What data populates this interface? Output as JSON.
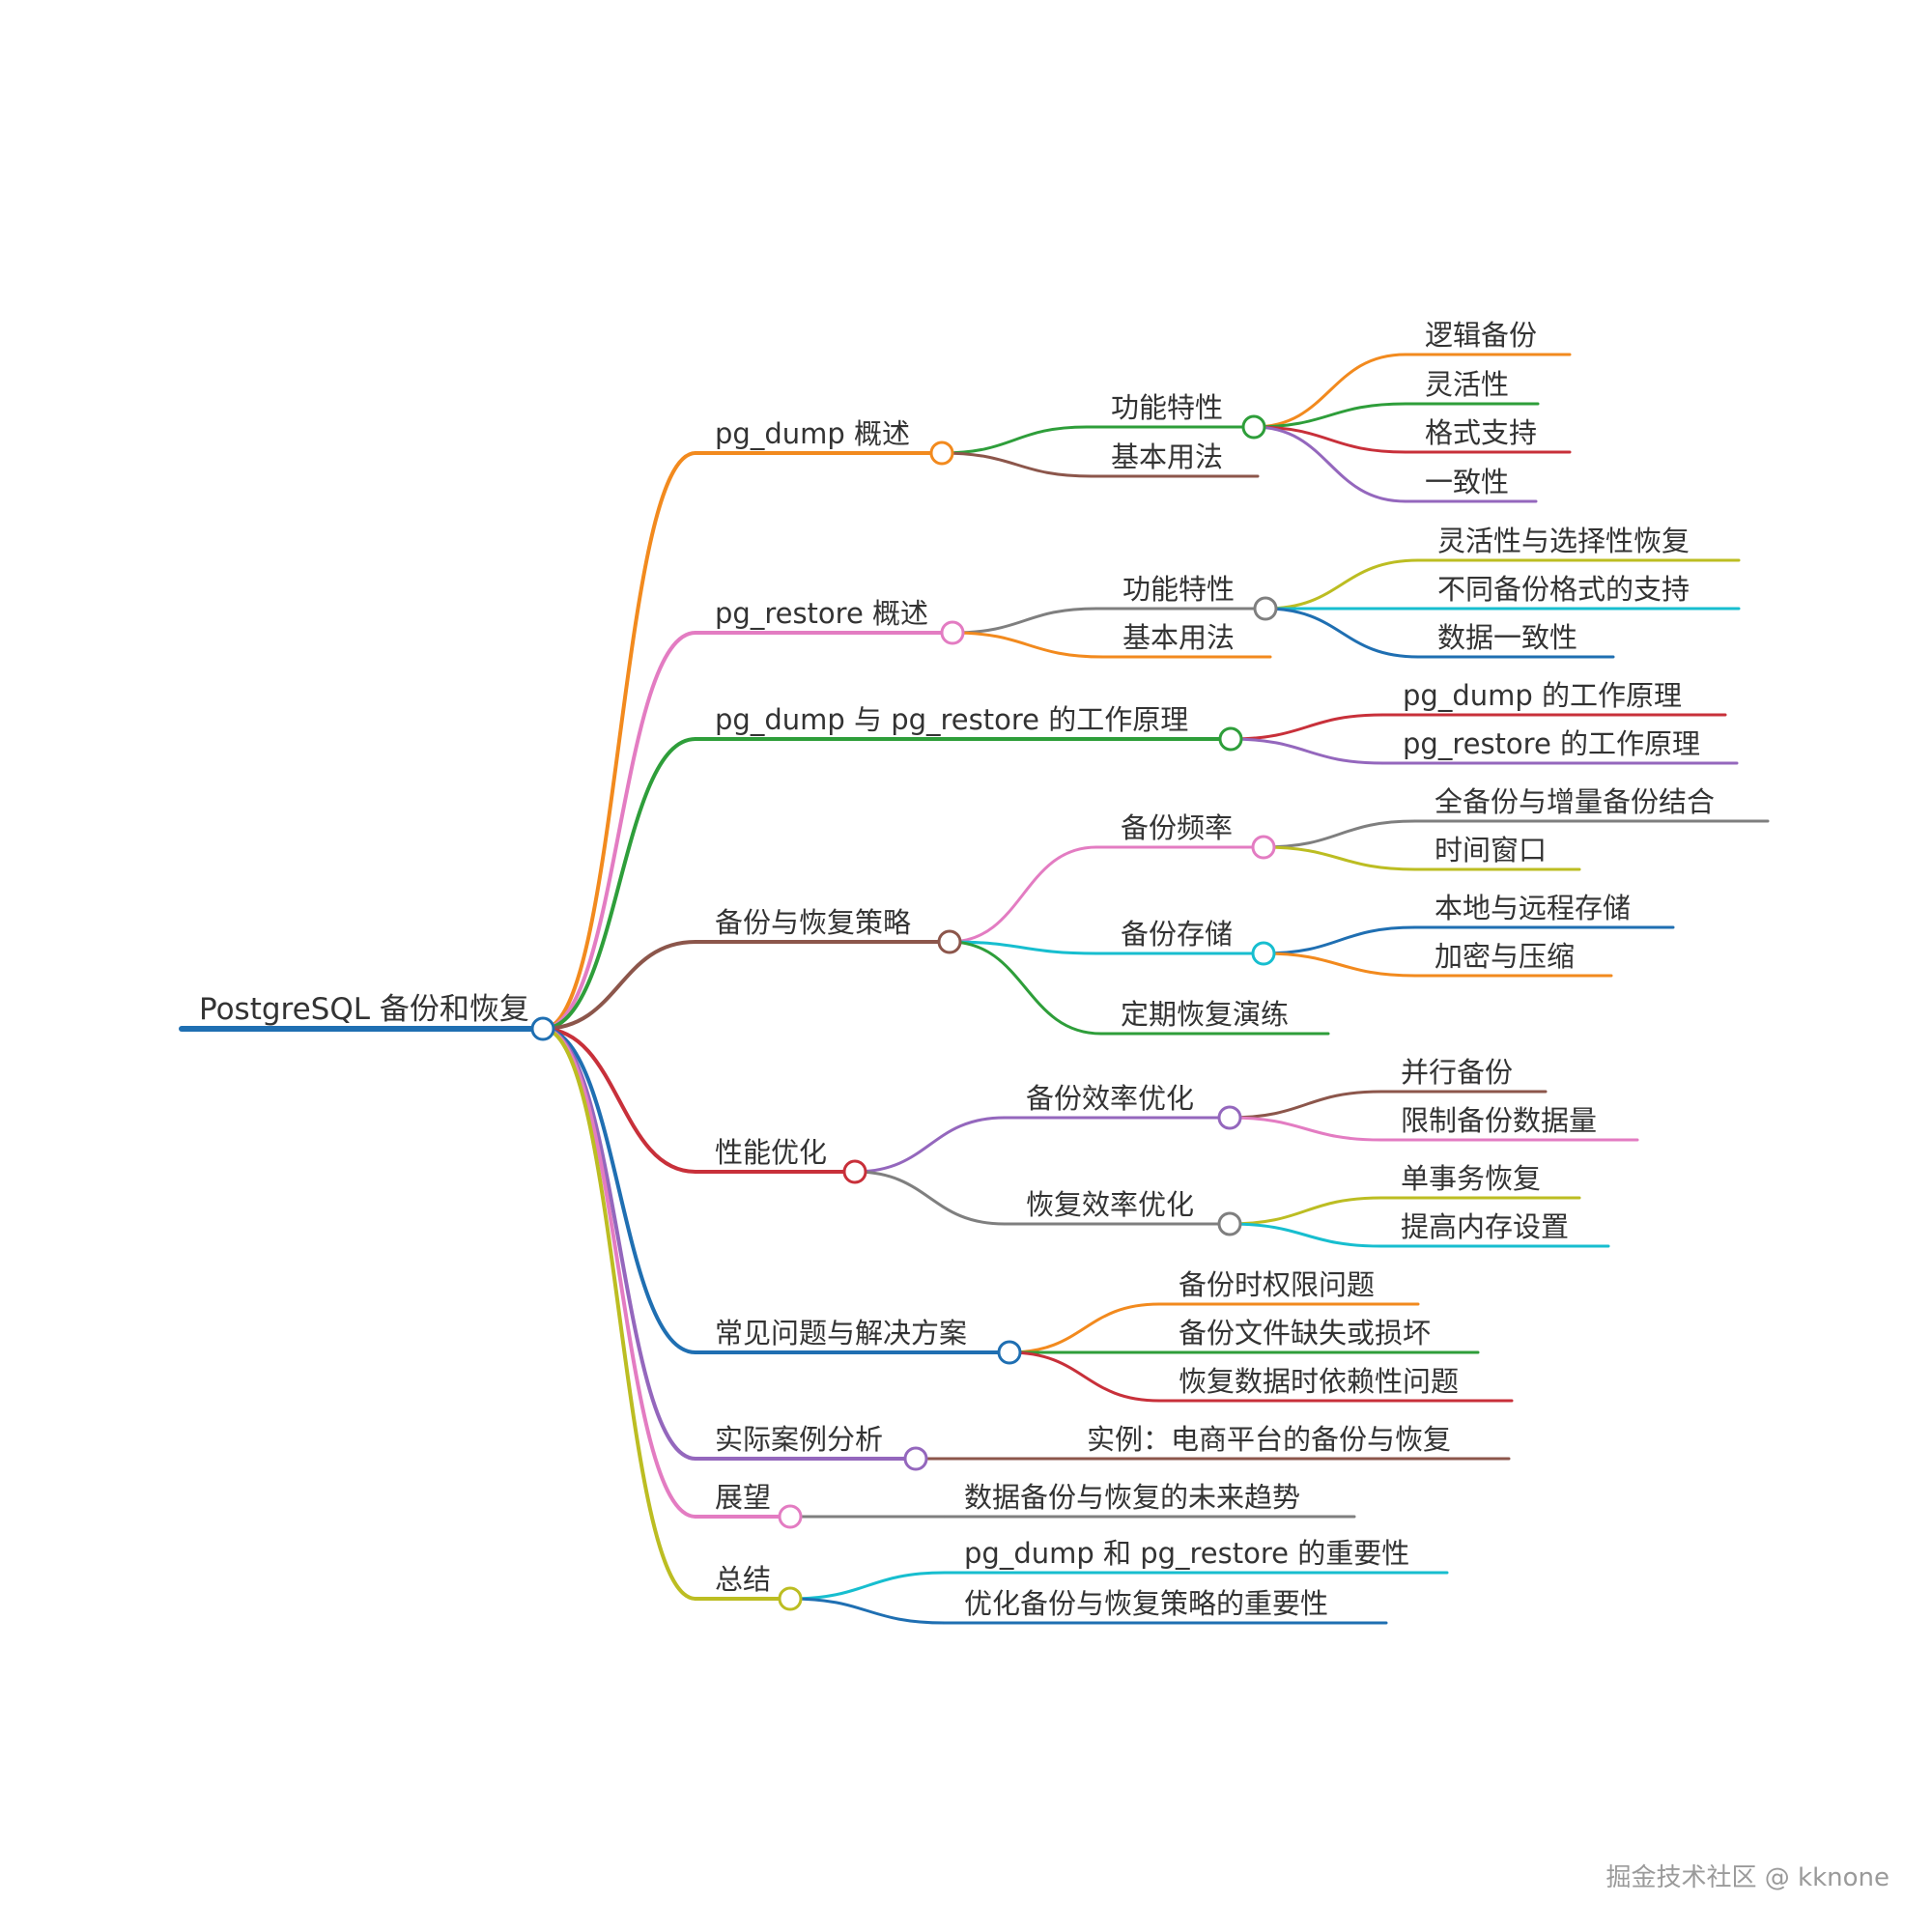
{
  "root": {
    "label": "PostgreSQL 备份和恢复",
    "color": "#1f6fb2"
  },
  "branches": [
    {
      "label": "pg_dump 概述",
      "color": "#f28a1e",
      "children": [
        {
          "label": "功能特性",
          "color": "#2e9e3a",
          "children": [
            {
              "label": "逻辑备份",
              "color": "#f28a1e"
            },
            {
              "label": "灵活性",
              "color": "#2e9e3a"
            },
            {
              "label": "格式支持",
              "color": "#c8303a"
            },
            {
              "label": "一致性",
              "color": "#9467bd"
            }
          ]
        },
        {
          "label": "基本用法",
          "color": "#8c564b"
        }
      ]
    },
    {
      "label": "pg_restore 概述",
      "color": "#e37cc2",
      "children": [
        {
          "label": "功能特性",
          "color": "#7f7f7f",
          "children": [
            {
              "label": "灵活性与选择性恢复",
              "color": "#bcbd22"
            },
            {
              "label": "不同备份格式的支持",
              "color": "#17becf"
            },
            {
              "label": "数据一致性",
              "color": "#1f6fb2"
            }
          ]
        },
        {
          "label": "基本用法",
          "color": "#f28a1e"
        }
      ]
    },
    {
      "label": "pg_dump 与 pg_restore 的工作原理",
      "color": "#2e9e3a",
      "children": [
        {
          "label": "pg_dump 的工作原理",
          "color": "#c8303a"
        },
        {
          "label": "pg_restore 的工作原理",
          "color": "#9467bd"
        }
      ]
    },
    {
      "label": "备份与恢复策略",
      "color": "#8c564b",
      "children": [
        {
          "label": "备份频率",
          "color": "#e37cc2",
          "children": [
            {
              "label": "全备份与增量备份结合",
              "color": "#7f7f7f"
            },
            {
              "label": "时间窗口",
              "color": "#bcbd22"
            }
          ]
        },
        {
          "label": "备份存储",
          "color": "#17becf",
          "children": [
            {
              "label": "本地与远程存储",
              "color": "#1f6fb2"
            },
            {
              "label": "加密与压缩",
              "color": "#f28a1e"
            }
          ]
        },
        {
          "label": "定期恢复演练",
          "color": "#2e9e3a"
        }
      ]
    },
    {
      "label": "性能优化",
      "color": "#c8303a",
      "children": [
        {
          "label": "备份效率优化",
          "color": "#9467bd",
          "children": [
            {
              "label": "并行备份",
              "color": "#8c564b"
            },
            {
              "label": "限制备份数据量",
              "color": "#e37cc2"
            }
          ]
        },
        {
          "label": "恢复效率优化",
          "color": "#7f7f7f",
          "children": [
            {
              "label": "单事务恢复",
              "color": "#bcbd22"
            },
            {
              "label": "提高内存设置",
              "color": "#17becf"
            }
          ]
        }
      ]
    },
    {
      "label": "常见问题与解决方案",
      "color": "#1f6fb2",
      "children": [
        {
          "label": "备份时权限问题",
          "color": "#f28a1e"
        },
        {
          "label": "备份文件缺失或损坏",
          "color": "#2e9e3a"
        },
        {
          "label": "恢复数据时依赖性问题",
          "color": "#c8303a"
        }
      ]
    },
    {
      "label": "实际案例分析",
      "color": "#9467bd",
      "children": [
        {
          "label": "实例：电商平台的备份与恢复",
          "color": "#8c564b"
        }
      ]
    },
    {
      "label": "展望",
      "color": "#e37cc2",
      "children": [
        {
          "label": "数据备份与恢复的未来趋势",
          "color": "#7f7f7f"
        }
      ]
    },
    {
      "label": "总结",
      "color": "#bcbd22",
      "children": [
        {
          "label": "pg_dump 和 pg_restore 的重要性",
          "color": "#17becf"
        },
        {
          "label": "优化备份与恢复策略的重要性",
          "color": "#1f6fb2"
        }
      ]
    }
  ],
  "watermark": "掘金技术社区 @ kknone"
}
